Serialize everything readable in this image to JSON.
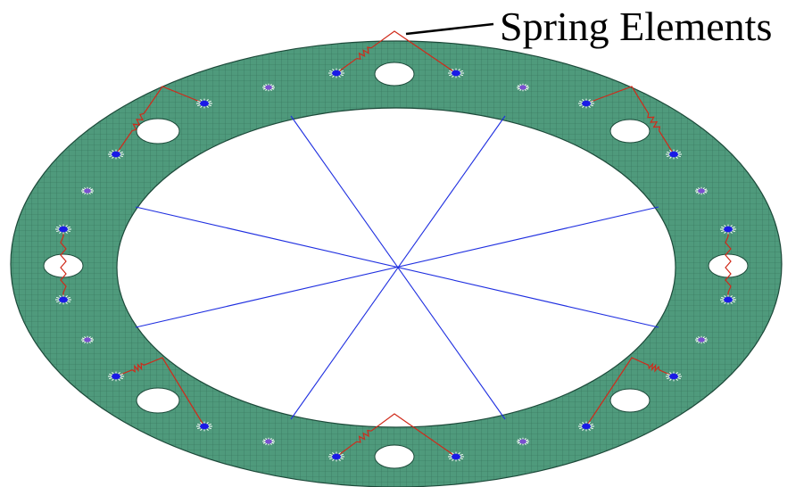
{
  "annotation": {
    "label": "Spring Elements"
  },
  "colors": {
    "ring_fill": "#4f9a7c",
    "mesh_line": "#1d4a3a",
    "spoke": "#1f2fe0",
    "spring": "#d02a1a",
    "node_blue": "#1a1ae6",
    "node_purple": "#7a4fd0",
    "background": "#ffffff",
    "label": "#000000"
  },
  "diagram": {
    "type": "finite-element mesh of an annular flange ring",
    "bolt_holes": 8,
    "spokes": 4,
    "spring_groups": 8,
    "blue_nodes": 16,
    "purple_nodes": 8
  }
}
